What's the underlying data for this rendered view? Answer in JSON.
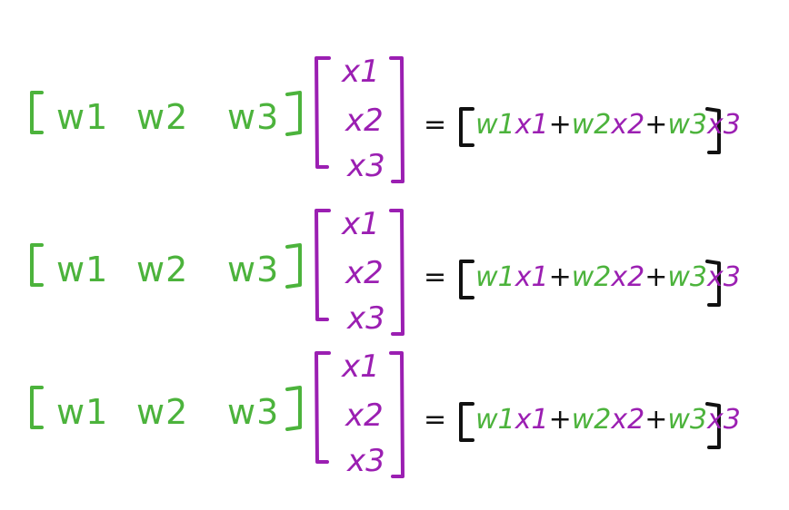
{
  "colors": {
    "green": "#4cb33c",
    "purple": "#9b1fb2",
    "black": "#111111"
  },
  "equations": [
    {
      "row_vector": [
        "w1",
        "w2",
        "w3"
      ],
      "column_vector": [
        "x1",
        "x2",
        "x3"
      ],
      "equals": "=",
      "result_terms": [
        {
          "w": "w1",
          "x": "x1"
        },
        {
          "w": "w2",
          "x": "x2"
        },
        {
          "w": "w3",
          "x": "x3"
        }
      ],
      "plus": "+"
    },
    {
      "row_vector": [
        "w1",
        "w2",
        "w3"
      ],
      "column_vector": [
        "x1",
        "x2",
        "x3"
      ],
      "equals": "=",
      "result_terms": [
        {
          "w": "w1",
          "x": "x1"
        },
        {
          "w": "w2",
          "x": "x2"
        },
        {
          "w": "w3",
          "x": "x3"
        }
      ],
      "plus": "+"
    },
    {
      "row_vector": [
        "w1",
        "w2",
        "w3"
      ],
      "column_vector": [
        "x1",
        "x2",
        "x3"
      ],
      "equals": "=",
      "result_terms": [
        {
          "w": "w1",
          "x": "x1"
        },
        {
          "w": "w2",
          "x": "x2"
        },
        {
          "w": "w3",
          "x": "x3"
        }
      ],
      "plus": "+"
    }
  ]
}
